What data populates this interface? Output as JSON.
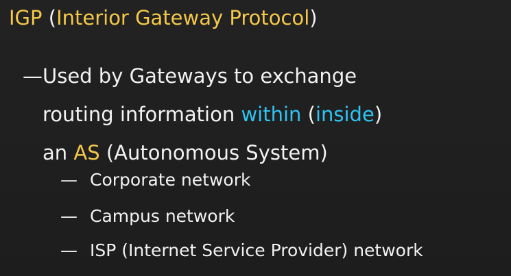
{
  "slide": {
    "title": {
      "abbr": "IGP",
      "open_paren": "(",
      "full": "Interior Gateway Protocol",
      "close_paren": ")"
    },
    "bullets": [
      {
        "dash": "—",
        "lines": [
          {
            "text": "Used by Gateways to exchange"
          },
          {
            "pre": "routing information ",
            "within": "within",
            "between": " (",
            "inside": "inside",
            "post": ")"
          },
          {
            "pre": "an ",
            "as": "AS",
            "post": " (Autonomous System)"
          }
        ]
      }
    ],
    "sub_bullets": [
      {
        "dash": "—",
        "text": "Corporate network"
      },
      {
        "dash": "—",
        "text": "Campus network"
      },
      {
        "dash": "—",
        "text": "ISP (Internet Service Provider) network"
      }
    ]
  },
  "colors": {
    "background": "#1f1f1f",
    "text": "#f2f2f2",
    "highlight_yellow": "#f4c84a",
    "highlight_cyan": "#2fc4f4"
  }
}
